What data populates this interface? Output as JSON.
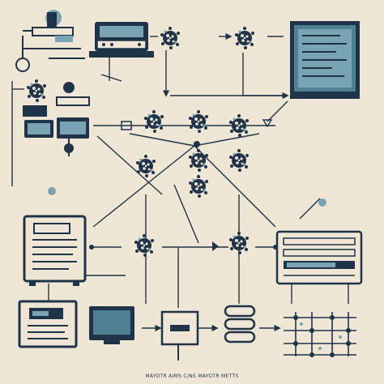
{
  "caption": "MAYOTR AIMS C/NS MAYOTR METTS",
  "colors": {
    "background": "#efe6d6",
    "ink": "#1f3448",
    "accent": "#7aa3b3",
    "accent_dark": "#4f7f93"
  },
  "nodes": [
    {
      "name": "network-icon-top-1",
      "kind": "network-cluster"
    },
    {
      "name": "network-icon-top-2",
      "kind": "network-cluster"
    },
    {
      "name": "server-machine-icon",
      "kind": "machine"
    },
    {
      "name": "document-panel-top-right",
      "kind": "document"
    },
    {
      "name": "robot-figure-icon",
      "kind": "device-stack"
    },
    {
      "name": "hub-cluster-center",
      "kind": "network-cluster"
    },
    {
      "name": "document-window-left",
      "kind": "document"
    },
    {
      "name": "server-rack-right",
      "kind": "server"
    },
    {
      "name": "network-icon-mid-left",
      "kind": "network-cluster"
    },
    {
      "name": "network-icon-mid-right",
      "kind": "network-cluster"
    },
    {
      "name": "display-window-bottom-left",
      "kind": "window"
    },
    {
      "name": "monitor-icon-bottom",
      "kind": "monitor"
    },
    {
      "name": "switch-box-bottom",
      "kind": "switch"
    },
    {
      "name": "database-stack-bottom",
      "kind": "database"
    },
    {
      "name": "circuit-board-bottom-right",
      "kind": "circuit"
    }
  ]
}
